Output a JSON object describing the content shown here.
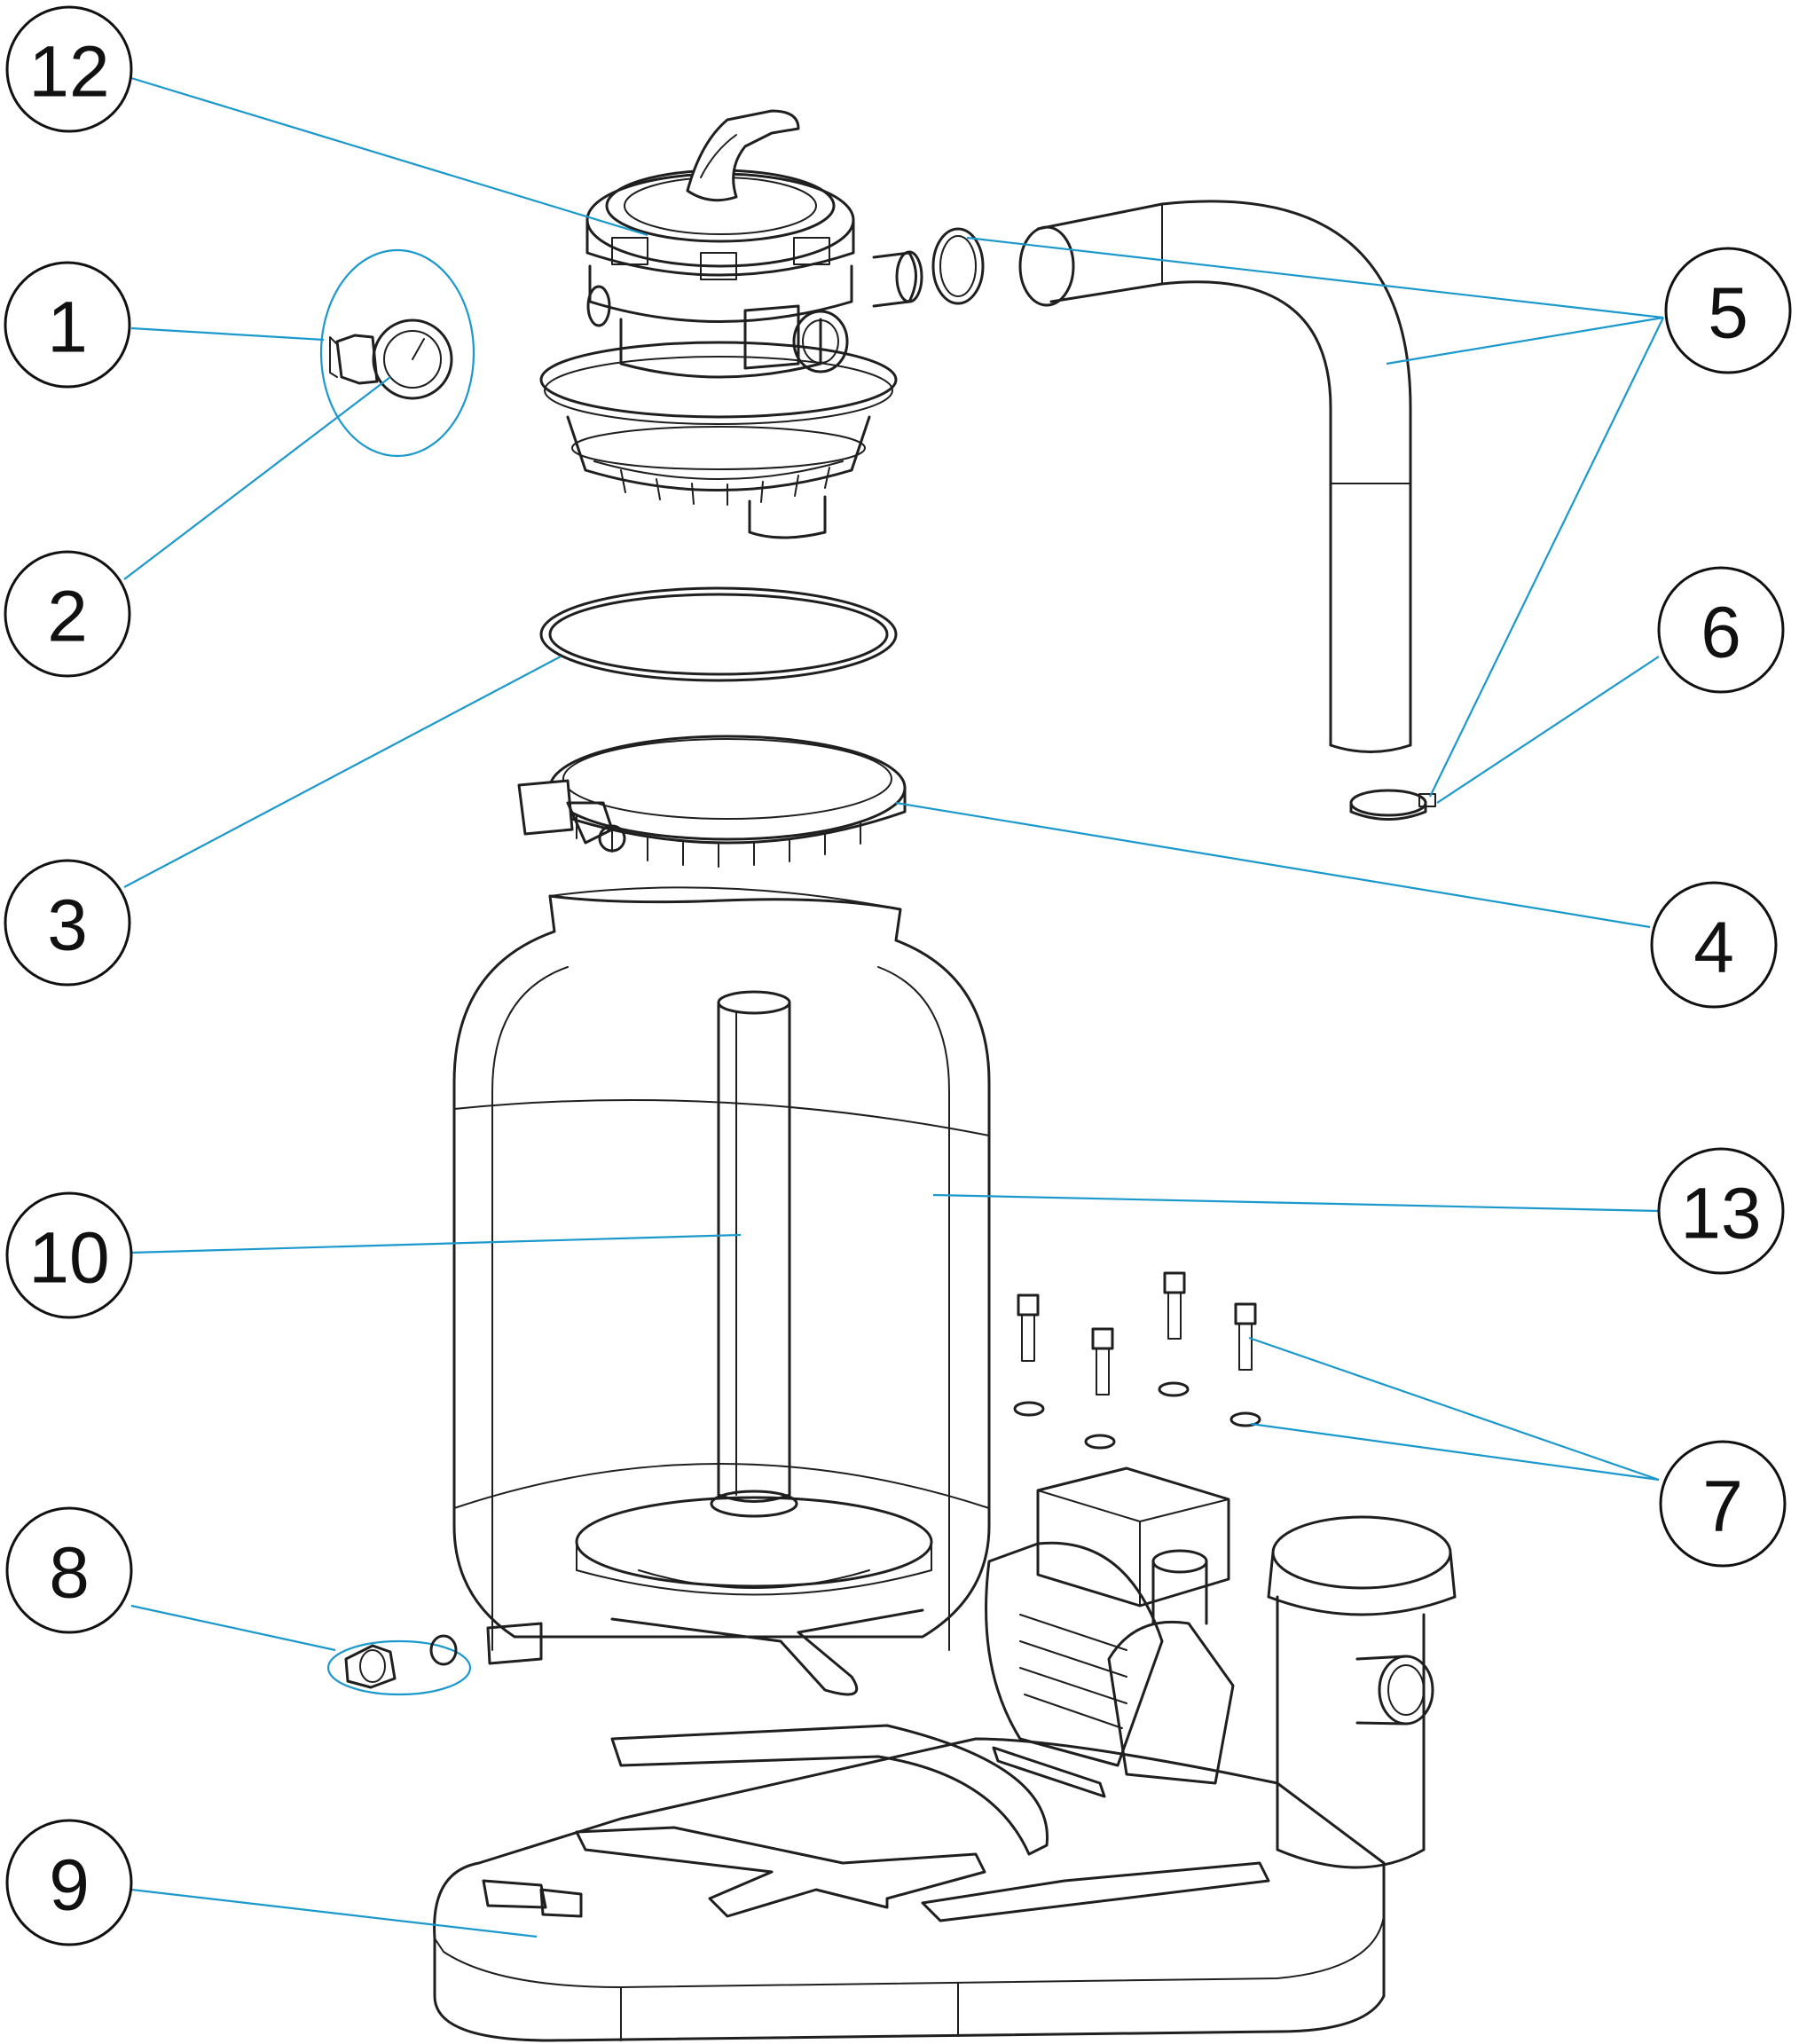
{
  "callouts": [
    {
      "id": "c1",
      "label": "1"
    },
    {
      "id": "c2",
      "label": "2"
    },
    {
      "id": "c3",
      "label": "3"
    },
    {
      "id": "c4",
      "label": "4"
    },
    {
      "id": "c5",
      "label": "5"
    },
    {
      "id": "c6",
      "label": "6"
    },
    {
      "id": "c7",
      "label": "7"
    },
    {
      "id": "c8",
      "label": "8"
    },
    {
      "id": "c9",
      "label": "9"
    },
    {
      "id": "c10",
      "label": "10"
    },
    {
      "id": "c12",
      "label": "12"
    },
    {
      "id": "c13",
      "label": "13"
    }
  ],
  "colors": {
    "leader": "#1b98cc",
    "outline": "#1f1f1f",
    "background": "#ffffff"
  }
}
